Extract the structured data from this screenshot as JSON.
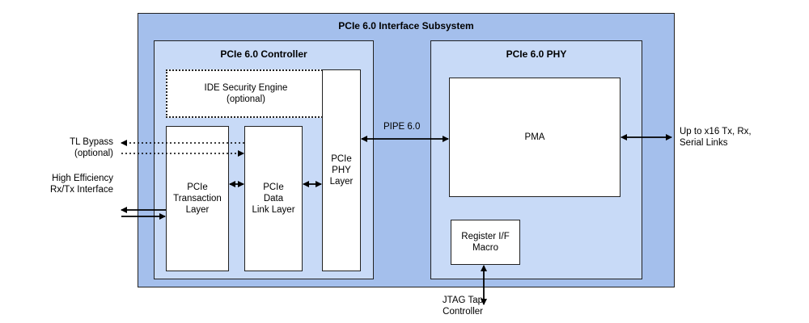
{
  "subsystem": {
    "title": "PCIe 6.0 Interface Subsystem"
  },
  "controller": {
    "title": "PCIe 6.0 Controller",
    "ide_engine": {
      "line1": "IDE Security Engine",
      "line2": "(optional)"
    },
    "transaction_layer": {
      "line1": "PCIe",
      "line2": "Transaction",
      "line3": "Layer"
    },
    "data_link_layer": {
      "line1": "PCIe",
      "line2": "Data",
      "line3": "Link Layer"
    },
    "phy_layer": {
      "line1": "PCIe",
      "line2": "PHY",
      "line3": "Layer"
    }
  },
  "phy": {
    "title": "PCIe 6.0 PHY",
    "pma": "PMA",
    "register_macro": {
      "line1": "Register I/F",
      "line2": "Macro"
    }
  },
  "labels": {
    "pipe": "PIPE 6.0",
    "tl_bypass": {
      "line1": "TL Bypass",
      "line2": "(optional)"
    },
    "high_efficiency": {
      "line1": "High Efficiency",
      "line2": "Rx/Tx Interface"
    },
    "serial_links": {
      "line1": "Up to x16 Tx, Rx,",
      "line2": "Serial Links"
    },
    "jtag": {
      "line1": "JTAG Tap",
      "line2": "Controller"
    }
  }
}
